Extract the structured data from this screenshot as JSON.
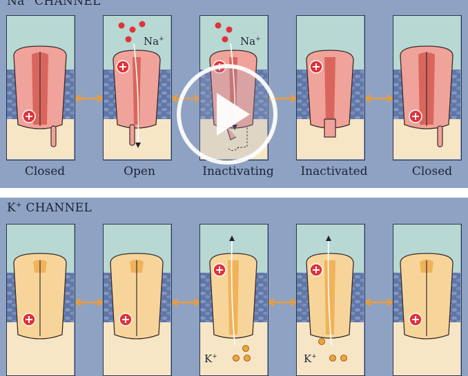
{
  "na_channel": {
    "title_prefix": "Na",
    "title_sup": "+",
    "title_suffix": " CHANNEL",
    "states": [
      "Closed",
      "Open",
      "Inactivating",
      "Inactivated",
      "Closed"
    ],
    "ion_label": "Na",
    "ion_sup": "+"
  },
  "k_channel": {
    "title_prefix": "K",
    "title_sup": "+",
    "title_suffix": " CHANNEL",
    "ion_label": "K",
    "ion_sup": "+"
  },
  "colors": {
    "na_protein": "#f0a39a",
    "na_protein_dark": "#d9665d",
    "k_protein": "#f7d59a",
    "k_protein_dark": "#f0b35a",
    "membrane": "#5f77a8",
    "extracellular": "#b8d8d4",
    "intracellular": "#f7e6c6",
    "arrow": "#f29c2e",
    "charge": "#e0323a"
  },
  "video": {
    "control": "play-icon"
  }
}
